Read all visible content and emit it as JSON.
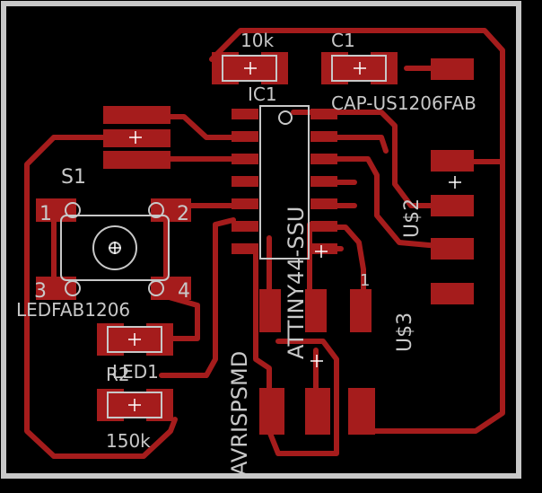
{
  "colors": {
    "background": "#000000",
    "outline": "#c8c8c8",
    "copper": "#a51c1c",
    "text": "#c8c8c8"
  },
  "labels": {
    "r1_value": "10k",
    "c1_name": "C1",
    "ic1_name": "IC1",
    "c1_value": "CAP-US1206FAB",
    "ic1_value": "ATTINY44-SSU",
    "us2": "U$2",
    "us3": "U$3",
    "us3_pin": "1",
    "s1": "S1",
    "s1_pin1": "1",
    "s1_pin2": "2",
    "s1_pin3": "3",
    "s1_pin4": "4",
    "led_value": "LEDFAB1206",
    "led_name": "LED1",
    "r2_name": "R2",
    "r2_value": "150k",
    "avr": "AVRISPSMD"
  }
}
